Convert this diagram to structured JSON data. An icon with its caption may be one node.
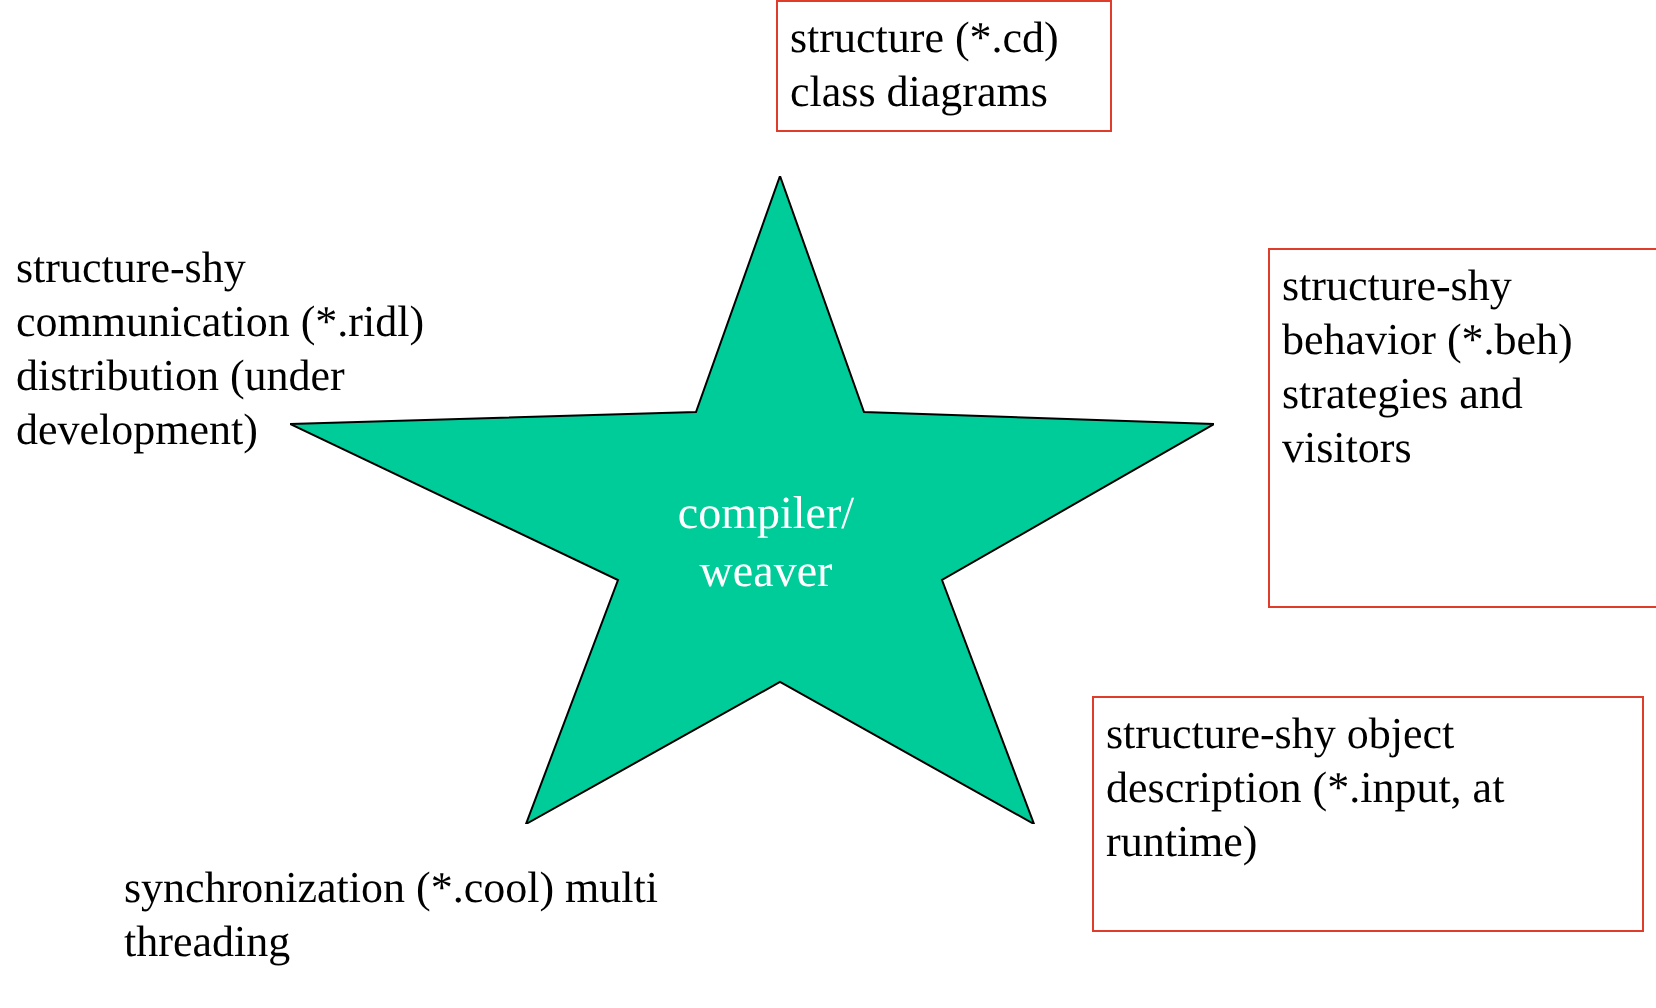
{
  "diagram": {
    "nodes": [
      {
        "text": [
          "compiler/ weaver"
        ]
      },
      {
        "text": [
          "structure (*.cd) class diagrams"
        ]
      },
      {
        "text": [
          "structure-shy behavior (*.beh) strategies and visitors"
        ]
      },
      {
        "text": [
          "structure-shy object description (*.input, at runtime)"
        ]
      }
    ],
    "edges": [],
    "labels": [
      "structure-shy communication (*.ridl) distribution (under development)",
      "synchronization (*.cool) multi threading"
    ]
  }
}
